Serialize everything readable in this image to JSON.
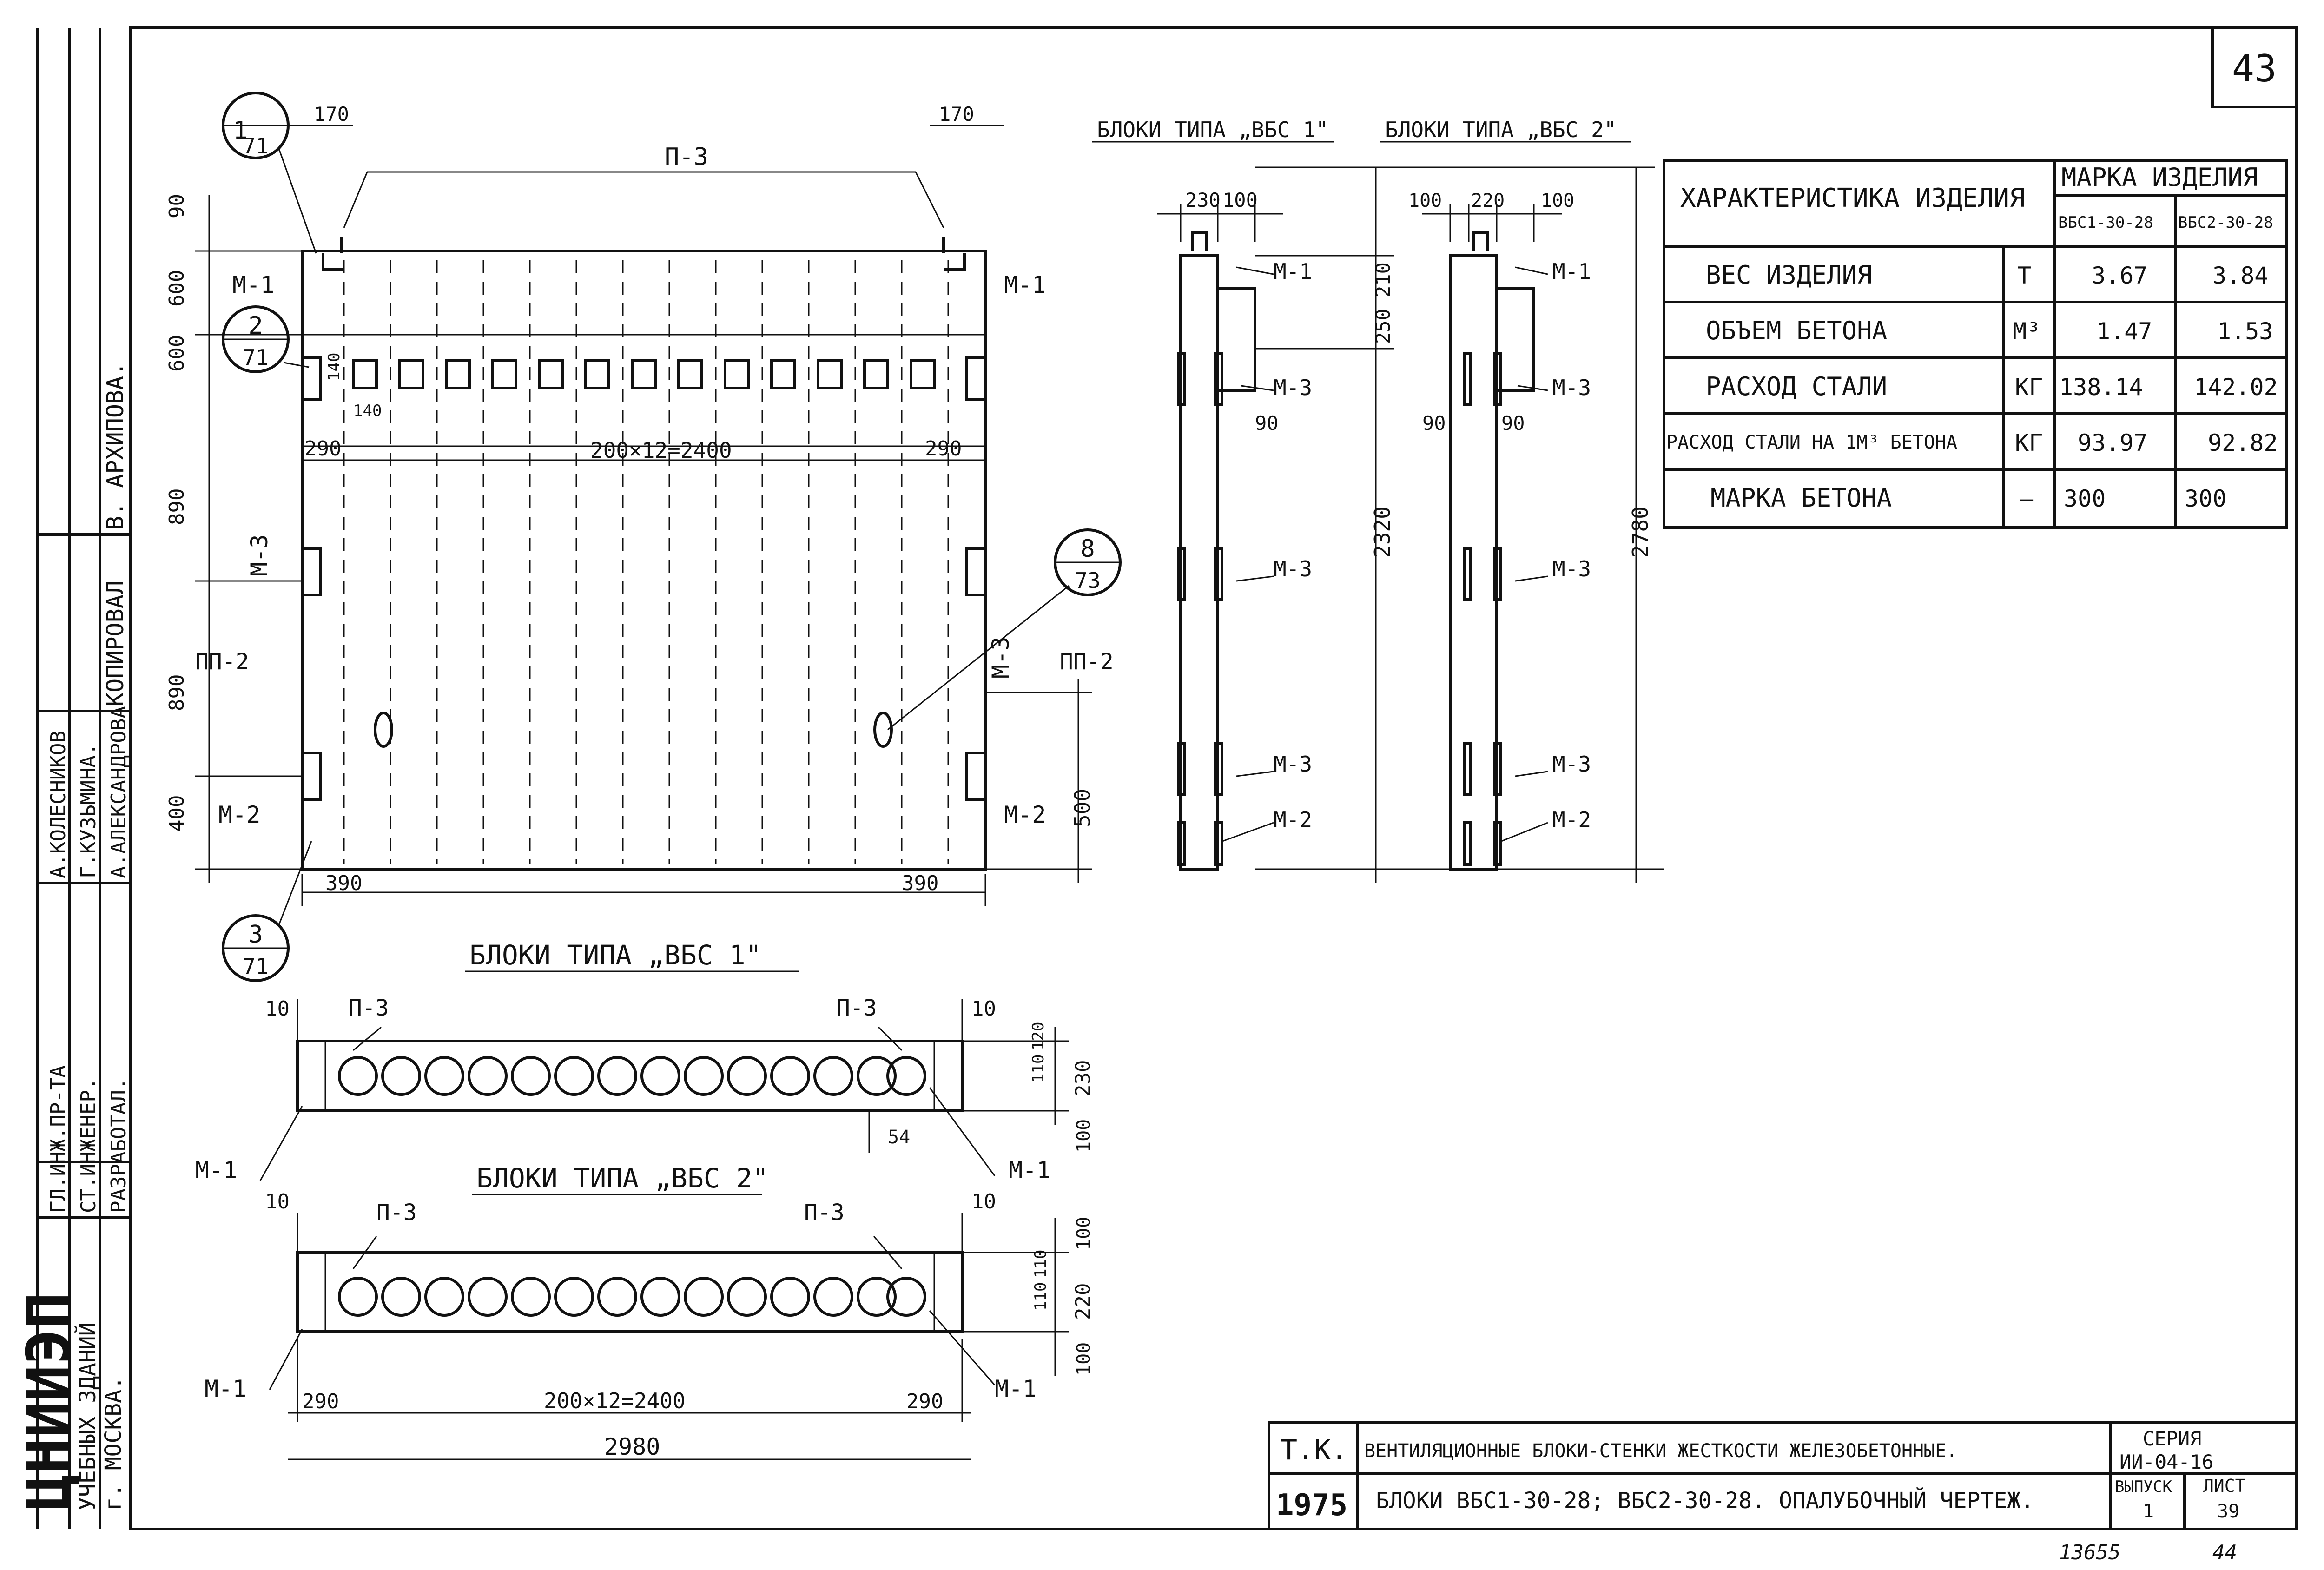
{
  "sheet_number": "43",
  "stamp": {
    "org_line1": "ЦНИИЭП",
    "org_line2": "УЧЕБНЫХ ЗДАНИЙ",
    "org_line3": "г. МОСКВА.",
    "roles": [
      {
        "role": "ГЛ.ИНЖ.ПР-ТА",
        "name": "А.КОЛЕСНИКОВ"
      },
      {
        "role": "СТ.ИНЖЕНЕР.",
        "name": "Г.КУЗЬМИНА."
      },
      {
        "role": "РАЗРАБОТАЛ.",
        "name": "А.АЛЕКСАНДРОВА"
      }
    ],
    "copied_label": "КОПИРОВАЛ",
    "copied_name": "В. АРХИПОВА."
  },
  "titles": {
    "elev_vbs1": "БЛОКИ ТИПА „ВБС 1\"",
    "elev_vbs2": "БЛОКИ ТИПА „ВБС 2\"",
    "plan_vbs1": "БЛОКИ ТИПА „ВБС 1\"",
    "plan_vbs2": "БЛОКИ ТИПА „ВБС 2\""
  },
  "callouts": [
    {
      "top": "1",
      "bottom": "71"
    },
    {
      "top": "2",
      "bottom": "71"
    },
    {
      "top": "3",
      "bottom": "71"
    },
    {
      "top": "8",
      "bottom": "73"
    }
  ],
  "labels": {
    "p3": "П-3",
    "m1": "М-1",
    "m2": "М-2",
    "m3": "М-3",
    "pp2": "ПП-2"
  },
  "dims": {
    "d170": "170",
    "d90": "90",
    "d600": "600",
    "d890": "890",
    "d400": "400",
    "d290": "290",
    "d390": "390",
    "d140": "140",
    "d500": "500",
    "d2400": "200×12=2400",
    "d230": "230",
    "d100": "100",
    "d220": "220",
    "d210": "210",
    "d250": "250",
    "d2320": "2320",
    "d2780": "2780",
    "d10": "10",
    "d110": "110",
    "d120": "120",
    "d54": "54",
    "d2980": "2980"
  },
  "table": {
    "head_char": "ХАРАКТЕРИСТИКА ИЗДЕЛИЯ",
    "head_mark": "МАРКА ИЗДЕЛИЯ",
    "col1": "ВБС1-30-28",
    "col2": "ВБС2-30-28",
    "rows": [
      {
        "name": "ВЕС ИЗДЕЛИЯ",
        "unit": "Т",
        "v1": "3.67",
        "v2": "3.84"
      },
      {
        "name": "ОБЪЕМ БЕТОНА",
        "unit": "М³",
        "v1": "1.47",
        "v2": "1.53"
      },
      {
        "name": "РАСХОД СТАЛИ",
        "unit": "КГ",
        "v1": "138.14",
        "v2": "142.02"
      },
      {
        "name": "РАСХОД СТАЛИ НА 1М³ БЕТОНА",
        "unit": "КГ",
        "v1": "93.97",
        "v2": "92.82"
      },
      {
        "name": "МАРКА БЕТОНА",
        "unit": "—",
        "v1": "300",
        "v2": "300"
      }
    ]
  },
  "title_block": {
    "tk": "Т.К.",
    "year": "1975",
    "line1": "ВЕНТИЛЯЦИОННЫЕ БЛОКИ-СТЕНКИ ЖЕСТКОСТИ ЖЕЛЕЗОБЕТОННЫЕ.",
    "line2": "БЛОКИ ВБС1-30-28; ВБС2-30-28. ОПАЛУБОЧНЫЙ ЧЕРТЕЖ.",
    "series_label": "СЕРИЯ",
    "series": "ИИ-04-16",
    "issue_label": "ВЫПУСК",
    "issue": "1",
    "sheet_label": "ЛИСТ",
    "sheet": "39"
  },
  "footer_numbers": {
    "left": "13655",
    "right": "44"
  }
}
